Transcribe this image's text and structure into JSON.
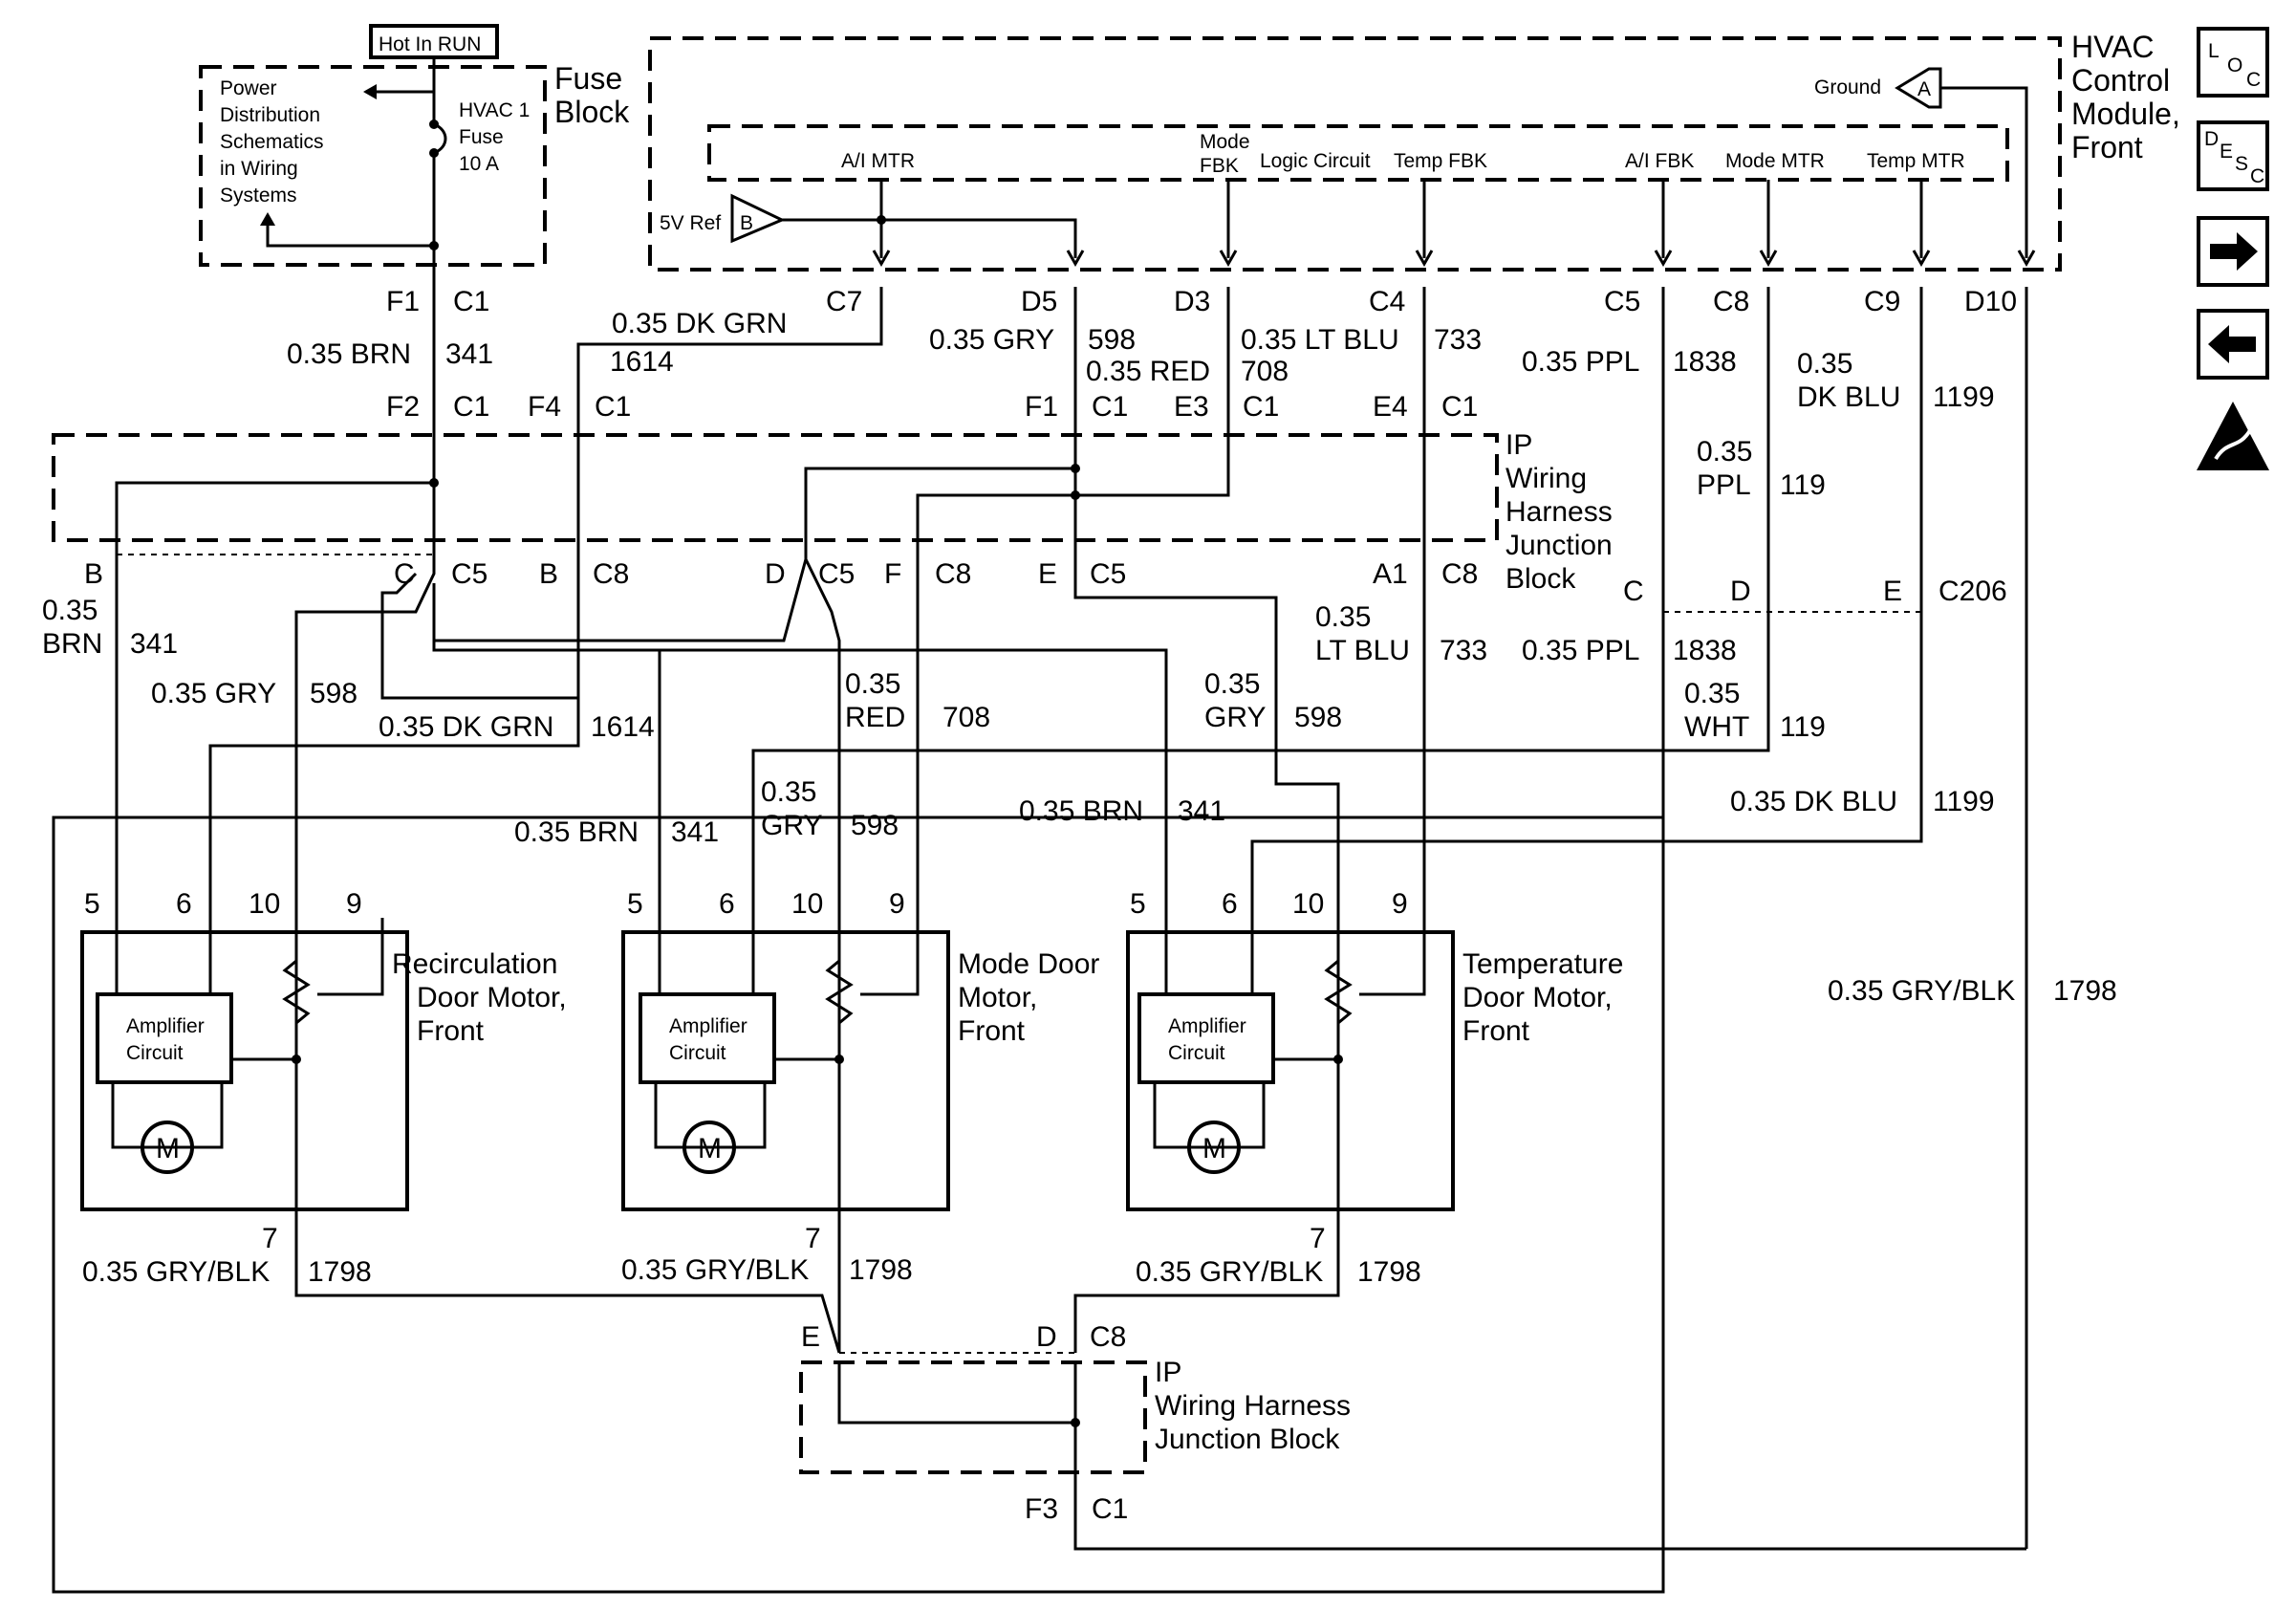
{
  "diagram": {
    "fuse_block": {
      "hot_in_run": "Hot In RUN",
      "power_note": [
        "Power",
        "Distribution",
        "Schematics",
        "in Wiring",
        "Systems"
      ],
      "fuse_label": [
        "HVAC 1",
        "Fuse",
        "10 A"
      ],
      "title": [
        "Fuse",
        "Block"
      ]
    },
    "hvac_module": {
      "title": [
        "HVAC",
        "Control",
        "Module,",
        "Front"
      ],
      "ground": "Ground",
      "ground_ref": "A",
      "ref5v": "5V Ref",
      "ref5v_ref": "B",
      "pins": [
        "A/I MTR",
        "Mode",
        "FBK",
        "Logic Circuit",
        "Temp FBK",
        "A/I FBK",
        "Mode MTR",
        "Temp MTR"
      ]
    },
    "side_icons": {
      "loc": [
        "L",
        "O",
        "C"
      ],
      "desc": [
        "D",
        "E",
        "S",
        "C"
      ],
      "next": "arrow-right-icon",
      "prev": "arrow-left-icon",
      "esd": "esd-warning-icon"
    },
    "module_connectors": [
      "F1",
      "C1",
      "C7",
      "D5",
      "D3",
      "C4",
      "C5",
      "C8",
      "C9",
      "D10"
    ],
    "upper_wires": [
      {
        "color": "0.35 BRN",
        "circuit": "341"
      },
      {
        "color": "0.35 DK GRN",
        "circuit": "1614"
      },
      {
        "color": "0.35 GRY",
        "circuit": "598"
      },
      {
        "color": "0.35 RED",
        "circuit": "708"
      },
      {
        "color": "0.35 LT BLU",
        "circuit": "733"
      },
      {
        "color": "0.35 PPL",
        "circuit": "1838"
      },
      {
        "color": "0.35",
        "color2": "DK BLU",
        "circuit": "1199"
      },
      {
        "color": "0.35",
        "color2": "PPL",
        "circuit": "119"
      }
    ],
    "ip_junction_top": {
      "connectors": [
        "F2",
        "C1",
        "F4",
        "C1",
        "F1",
        "C1",
        "E3",
        "C1",
        "E4",
        "C1"
      ],
      "title": [
        "IP",
        "Wiring",
        "Harness",
        "Junction",
        "Block"
      ],
      "bottom_pins": [
        "B",
        "C",
        "C5",
        "B",
        "C8",
        "D",
        "C5",
        "F",
        "C8",
        "E",
        "C5",
        "A1",
        "C8"
      ]
    },
    "c206": {
      "pins": [
        "C",
        "D",
        "E"
      ],
      "name": "C206"
    },
    "mid_wires": [
      {
        "color": "0.35",
        "color2": "BRN",
        "circuit": "341"
      },
      {
        "color": "0.35 GRY",
        "circuit": "598"
      },
      {
        "color": "0.35 DK GRN",
        "circuit": "1614"
      },
      {
        "color": "0.35",
        "color2": "RED",
        "circuit": "708"
      },
      {
        "color": "0.35",
        "color2": "GRY",
        "circuit": "598"
      },
      {
        "color": "0.35",
        "color2": "LT BLU",
        "circuit": "733"
      },
      {
        "color": "0.35 PPL",
        "circuit": "1838"
      },
      {
        "color": "0.35",
        "color2": "WHT",
        "circuit": "119"
      },
      {
        "color": "0.35 BRN",
        "circuit": "341"
      },
      {
        "color": "0.35",
        "color2": "GRY",
        "circuit": "598"
      },
      {
        "color": "0.35 BRN",
        "circuit": "341"
      },
      {
        "color": "0.35 DK BLU",
        "circuit": "1199"
      },
      {
        "color": "0.35 GRY/BLK",
        "circuit": "1798"
      }
    ],
    "motors": [
      {
        "name": [
          "Recirculation",
          "Door Motor,",
          "Front"
        ],
        "pins": [
          "5",
          "6",
          "10",
          "9"
        ],
        "amp": [
          "Amplifier",
          "Circuit"
        ],
        "motor": "M",
        "ground_pin": "7",
        "ground_wire": "0.35 GRY/BLK",
        "ground_circuit": "1798"
      },
      {
        "name": [
          "Mode Door",
          "Motor,",
          "Front"
        ],
        "pins": [
          "5",
          "6",
          "10",
          "9"
        ],
        "amp": [
          "Amplifier",
          "Circuit"
        ],
        "motor": "M",
        "ground_pin": "7",
        "ground_wire": "0.35 GRY/BLK",
        "ground_circuit": "1798"
      },
      {
        "name": [
          "Temperature",
          "Door Motor,",
          "Front"
        ],
        "pins": [
          "5",
          "6",
          "10",
          "9"
        ],
        "amp": [
          "Amplifier",
          "Circuit"
        ],
        "motor": "M",
        "ground_pin": "7",
        "ground_wire": "0.35 GRY/BLK",
        "ground_circuit": "1798"
      }
    ],
    "ip_junction_bottom": {
      "top_pins": [
        "E",
        "D",
        "C8"
      ],
      "title": [
        "IP",
        "Wiring Harness",
        "Junction Block"
      ],
      "bottom_pins": [
        "F3",
        "C1"
      ]
    }
  }
}
